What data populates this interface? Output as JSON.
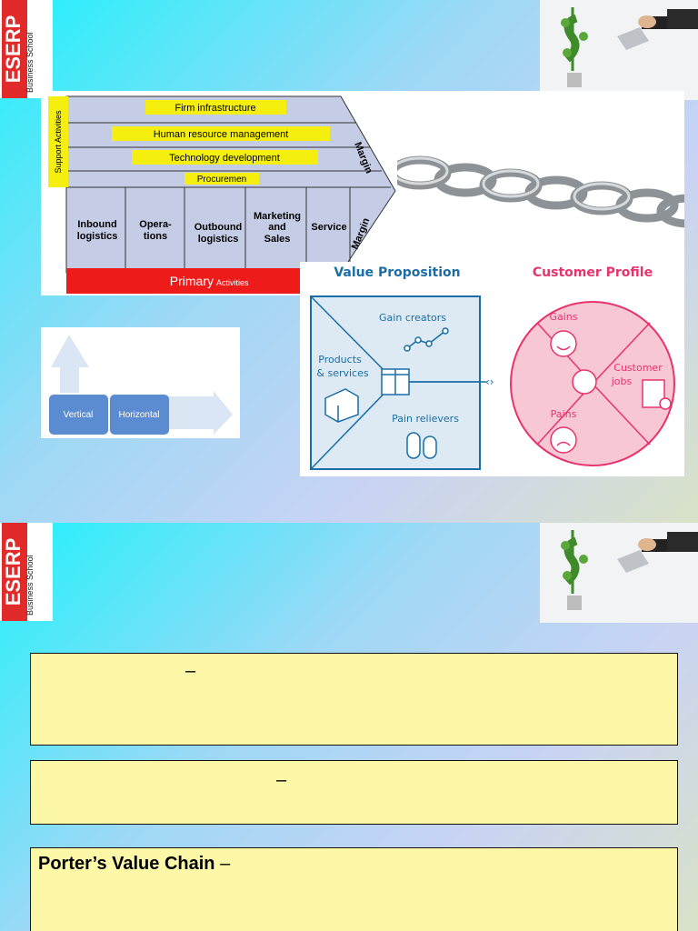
{
  "logo": {
    "brand": "ESERP",
    "subtitle": "Business School"
  },
  "value_chain": {
    "support_label": "Support Activities",
    "support_rows": [
      "Firm infrastructure",
      "Human resource management",
      "Technology development",
      "Procuremen"
    ],
    "primary_cols": [
      "Inbound logistics",
      "Opera- tions",
      "Outbound logistics",
      "Marketing and Sales",
      "Service"
    ],
    "margin": "Margin",
    "primary_label": "Primary",
    "primary_suffix": "Activities"
  },
  "canvas": {
    "vp_title": "Value Proposition",
    "cp_title": "Customer Profile",
    "gain_creators": "Gain creators",
    "products": "Products",
    "services": "& services",
    "pain_relievers": "Pain relievers",
    "gains": "Gains",
    "customer": "Customer",
    "jobs": "jobs",
    "pains": "Pains",
    "vp_color": "#1a6ea6",
    "cp_color": "#e8336d"
  },
  "growth_diagram": {
    "vertical": "Vertical",
    "horizontal": "Horizontal"
  },
  "slide2": {
    "box1_dash": "–",
    "box2_dash": "–",
    "box3_title": "Porter’s Value Chain",
    "box3_dash": " –"
  }
}
